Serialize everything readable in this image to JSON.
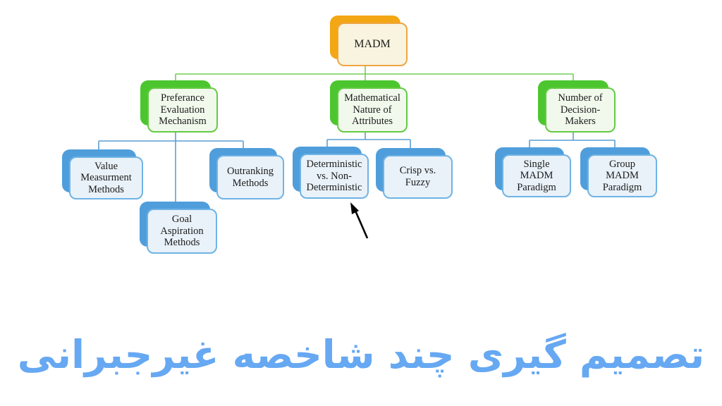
{
  "diagram": {
    "nodes": {
      "root": {
        "label": "MADM"
      },
      "preference": {
        "label": "Preferance\nEvaluation\nMechanism"
      },
      "math": {
        "label": "Mathematical\nNature of\nAttributes"
      },
      "makers": {
        "label": "Number of\nDecision-\nMakers"
      },
      "value": {
        "label": "Value\nMeasurment\nMethods"
      },
      "goal": {
        "label": "Goal\nAspiration\nMethods"
      },
      "outranking": {
        "label": "Outranking\nMethods"
      },
      "deterministic": {
        "label": "Deterministic\nvs. Non-\nDeterministic"
      },
      "crisp": {
        "label": "Crisp vs.\nFuzzy"
      },
      "single": {
        "label": "Single\nMADM\nParadigm"
      },
      "group": {
        "label": "Group\nMADM\nParadigm"
      }
    },
    "annotation": {
      "type": "arrow",
      "points_to": "Deterministic vs. Non-Deterministic"
    }
  },
  "caption": {
    "text": "تصمیم گیری چند شاخصه غیرجبرانی"
  },
  "colors": {
    "background": "#ffffff",
    "orangeShadow": "#f3a714",
    "orangeBorder": "#efa542",
    "orangeFill": "#f8f4df",
    "greenShadow": "#4cc62f",
    "greenBorder": "#64ca42",
    "greenFill": "#f1f9ec",
    "blueShadow": "#4f9edb",
    "blueBorder": "#6fb3e5",
    "blueFill": "#e9f2f9",
    "greenLine": "#72ce55",
    "blueLine": "#5b9fd4",
    "arrow": "#000000",
    "caption": "#66a8f2",
    "text": "#1b1b1b"
  }
}
